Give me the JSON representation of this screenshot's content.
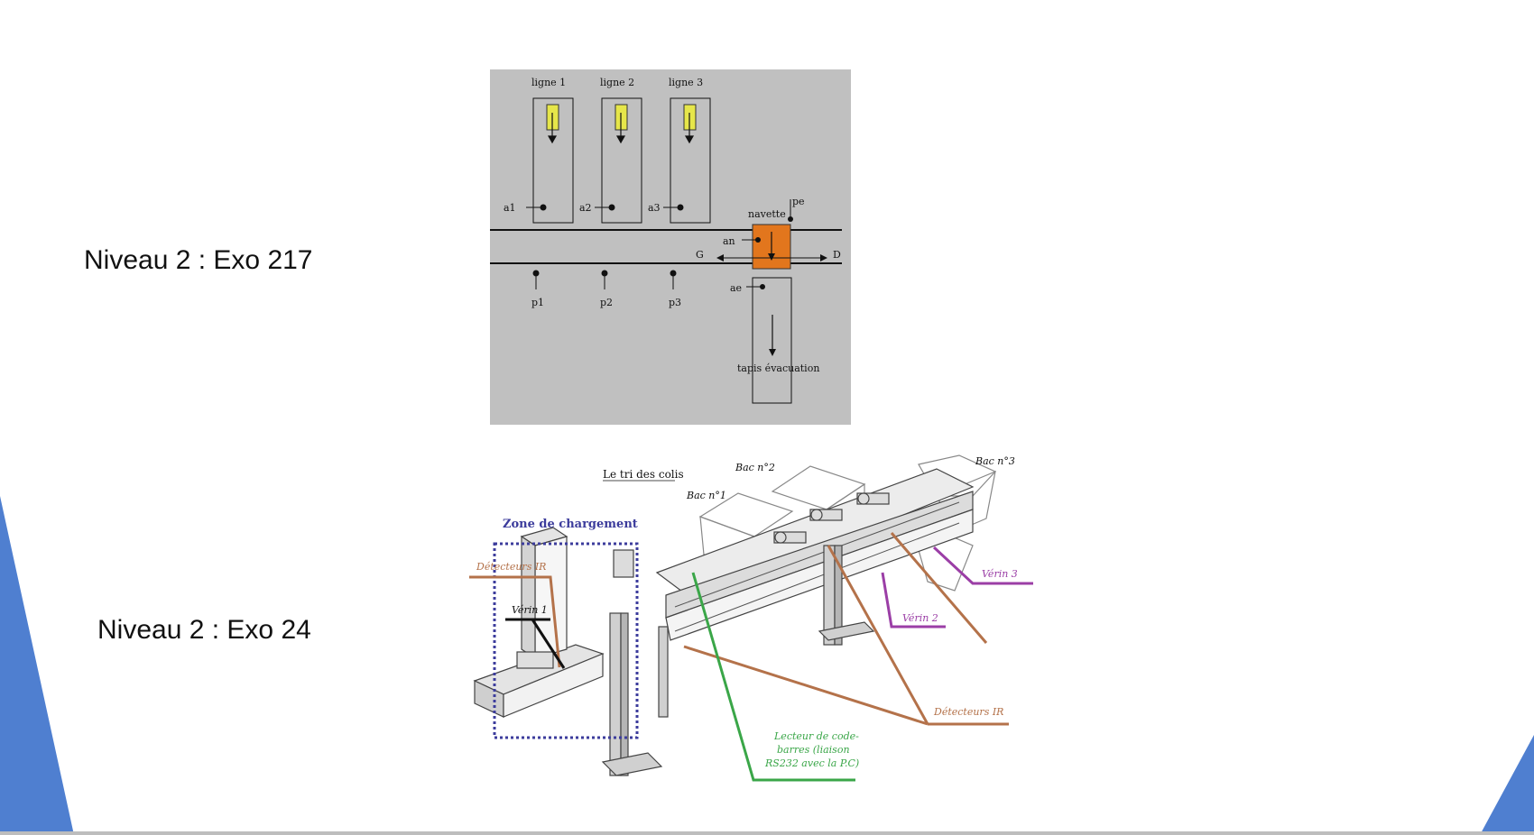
{
  "slide": {
    "heading_top": "Niveau 2 : Exo 217",
    "heading_bottom": "Niveau 2 : Exo 24",
    "accent_color": "#4f7fd0"
  },
  "diagram_top": {
    "background": "#c0c0c0",
    "lines": [
      "ligne 1",
      "ligne 2",
      "ligne 3"
    ],
    "sensors_a": [
      "a1",
      "a2",
      "a3"
    ],
    "sensors_p": [
      "p1",
      "p2",
      "p3"
    ],
    "navette_label": "navette",
    "pe_label": "pe",
    "an_label": "an",
    "ae_label": "ae",
    "left_label": "G",
    "right_label": "D",
    "tapis_label": "tapis évacuation",
    "box_color_yellow": "#e6e64a",
    "navette_color": "#e2761d"
  },
  "diagram_bottom": {
    "title": "Le tri des colis",
    "zone": "Zone de chargement",
    "bac1": "Bac n°1",
    "bac2": "Bac n°2",
    "bac3": "Bac n°3",
    "detecteurs_left": "Détecteurs IR",
    "detecteurs_right": "Détecteurs IR",
    "verin1": "Vérin 1",
    "verin2": "Vérin 2",
    "verin3": "Vérin 3",
    "lecteur_1": "Lecteur de code-",
    "lecteur_2": "barres (liaison",
    "lecteur_3": "RS232 avec la P.C)",
    "color_detecteurs": "#b4724a",
    "color_verin": "#9b3ea6",
    "color_lecteur": "#3aa648",
    "color_zone": "#3c3c9c"
  }
}
